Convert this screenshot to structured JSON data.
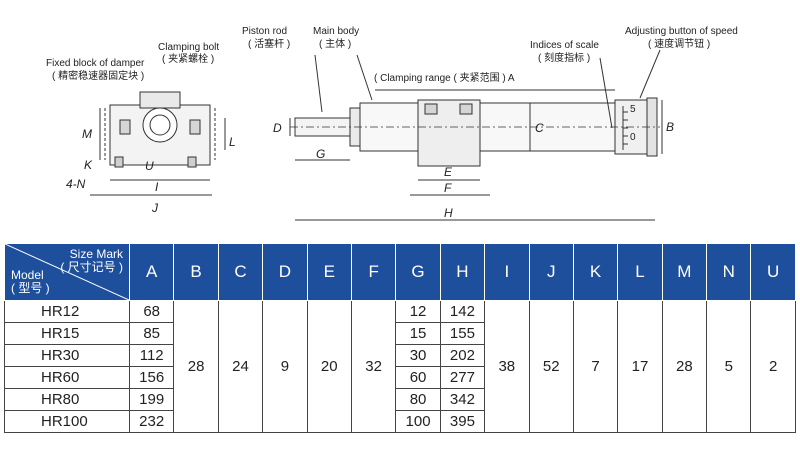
{
  "drawing": {
    "labels": {
      "piston_rod": "Piston rod",
      "piston_rod_cn": "( 活塞杆 )",
      "main_body": "Main body",
      "main_body_cn": "( 主体 )",
      "indices_of_scale": "Indices of scale",
      "indices_of_scale_cn": "( 刻度指标 )",
      "adjusting_button": "Adjusting button of speed",
      "adjusting_button_cn": "( 速度调节钮 )",
      "fixed_block": "Fixed block of damper",
      "fixed_block_cn": "( 精密稳速器固定块 )",
      "clamping_bolt": "Clamping bolt",
      "clamping_bolt_cn": "( 夹紧螺栓 )",
      "clamping_range": "( Clamping range ( 夹紧范围 ) A"
    },
    "dims": {
      "M": "M",
      "K": "K",
      "N": "4-N",
      "U": "U",
      "I": "I",
      "J": "J",
      "L": "L",
      "D": "D",
      "G": "G",
      "C": "C",
      "E": "E",
      "F": "F",
      "H": "H",
      "B": "B"
    },
    "scale_marks": [
      "5",
      "0"
    ]
  },
  "table": {
    "corner_size_mark": "Size Mark",
    "corner_size_mark_cn": "( 尺寸记号 )",
    "corner_model": "Model",
    "corner_model_cn": "( 型号 )",
    "columns": [
      "A",
      "B",
      "C",
      "D",
      "E",
      "F",
      "G",
      "H",
      "I",
      "J",
      "K",
      "L",
      "M",
      "N",
      "U"
    ],
    "rows": [
      {
        "model": "HR12",
        "A": "68",
        "G": "12",
        "H": "142"
      },
      {
        "model": "HR15",
        "A": "85",
        "G": "15",
        "H": "155"
      },
      {
        "model": "HR30",
        "A": "112",
        "G": "30",
        "H": "202"
      },
      {
        "model": "HR60",
        "A": "156",
        "G": "60",
        "H": "277"
      },
      {
        "model": "HR80",
        "A": "199",
        "G": "80",
        "H": "342"
      },
      {
        "model": "HR100",
        "A": "232",
        "G": "100",
        "H": "395"
      }
    ],
    "shared": {
      "B": "28",
      "C": "24",
      "D": "9",
      "E": "20",
      "F": "32",
      "I": "38",
      "J": "52",
      "K": "7",
      "L": "17",
      "M": "28",
      "N": "5",
      "U": "2"
    }
  }
}
